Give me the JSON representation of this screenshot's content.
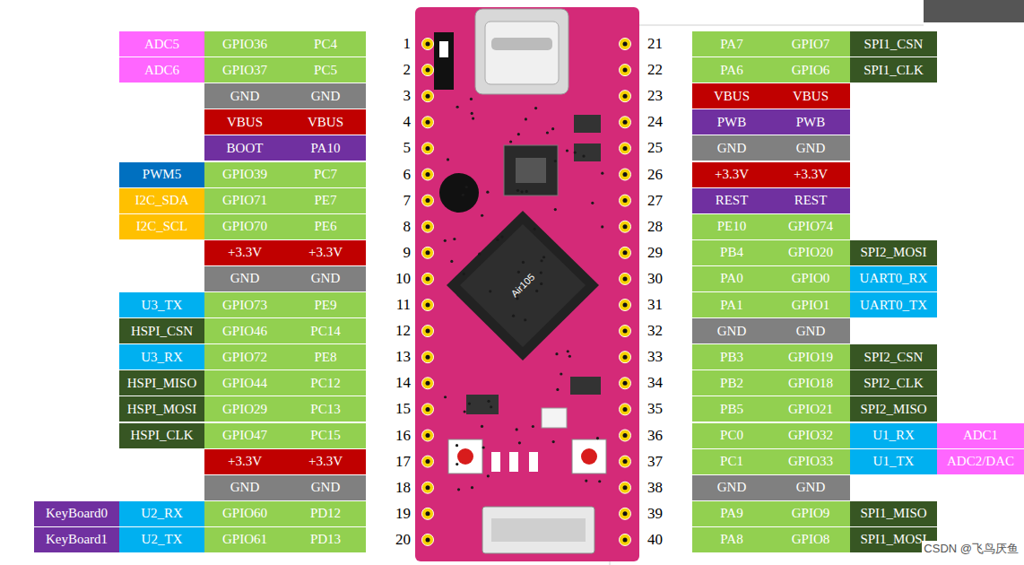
{
  "diagram": {
    "labels": [
      "ADC5",
      "GPIO36",
      "PC4",
      "1",
      "ADC6",
      "GPIO37",
      "PC5",
      "2",
      "GND",
      "GND",
      "3",
      "VBUS",
      "VBUS",
      "4",
      "BOOT",
      "PA10",
      "5",
      "PWM5",
      "GPIO39",
      "PC7",
      "6",
      "I2C_SDA",
      "GPIO71",
      "PE7",
      "7",
      "I2C_SCL",
      "GPIO70",
      "PE6",
      "8",
      "+3.3V",
      "+3.3V",
      "9",
      "GND",
      "GND",
      "10",
      "U3_TX",
      "GPIO73",
      "PE9",
      "11",
      "HSPI_CSN",
      "GPIO46",
      "PC14",
      "12",
      "U3_RX",
      "GPIO72",
      "PE8",
      "13",
      "HSPI_MISO",
      "GPIO44",
      "PC12",
      "14",
      "HSPI_MOSI",
      "GPIO29",
      "PC13",
      "15",
      "HSPI_CLK",
      "GPIO47",
      "PC15",
      "16",
      "+3.3V",
      "+3.3V",
      "17",
      "GND",
      "GND",
      "18",
      "KeyBoard0",
      "U2_RX",
      "GPIO60",
      "PD12",
      "19",
      "KeyBoard1",
      "U2_TX",
      "GPIO61",
      "PD13",
      "20",
      "21",
      "PA7",
      "GPIO7",
      "SPI1_CSN",
      "22",
      "PA6",
      "GPIO6",
      "SPI1_CLK",
      "23",
      "VBUS",
      "VBUS",
      "24",
      "PWB",
      "PWB",
      "25",
      "GND",
      "GND",
      "26",
      "+3.3V",
      "+3.3V",
      "27",
      "REST",
      "REST",
      "28",
      "PE10",
      "GPIO74",
      "29",
      "PB4",
      "GPIO20",
      "SPI2_MOSI",
      "30",
      "PA0",
      "GPIO0",
      "UART0_RX",
      "31",
      "PA1",
      "GPIO1",
      "UART0_TX",
      "32",
      "GND",
      "GND",
      "33",
      "PB3",
      "GPIO19",
      "SPI2_CSN",
      "34",
      "PB2",
      "GPIO18",
      "SPI2_CLK",
      "35",
      "PB5",
      "GPIO21",
      "SPI2_MISO",
      "36",
      "PC0",
      "GPIO32",
      "U1_RX",
      "ADC1",
      "37",
      "PC1",
      "GPIO33",
      "U1_TX",
      "ADC2/DAC",
      "38",
      "GND",
      "GND",
      "39",
      "PA9",
      "GPIO9",
      "SPI1_MISO",
      "40",
      "PA8",
      "GPIO8",
      "SPI1_MOSI",
      "Air105",
      "CSDN @飞鸟厌鱼"
    ]
  }
}
